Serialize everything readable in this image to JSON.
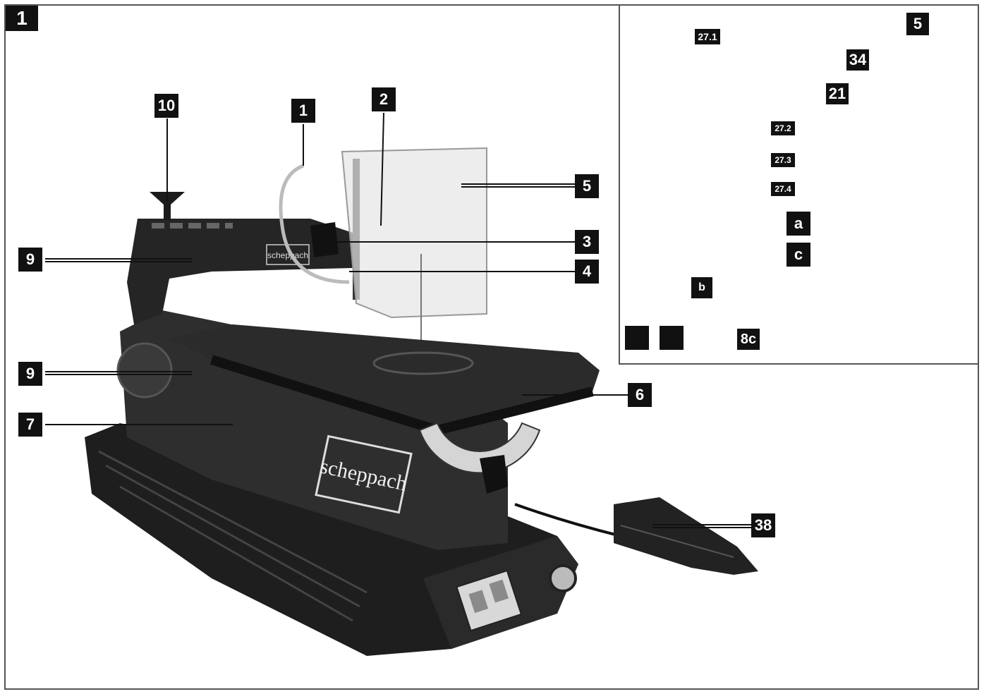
{
  "figure": {
    "number": "1"
  },
  "callouts": {
    "c1": "1",
    "c2": "2",
    "c3": "3",
    "c4": "4",
    "c5": "5",
    "c6": "6",
    "c7": "7",
    "c9a": "9",
    "c9b": "9",
    "c10": "10",
    "c38": "38",
    "i271": "27.1",
    "i272": "27.2",
    "i273": "27.3",
    "i274": "27.4",
    "ia": "a",
    "ib": "b",
    "ic": "c",
    "i8c": "8c",
    "i21": "21",
    "i34": "34",
    "i5": "5"
  },
  "brand": {
    "logo_text": "scheppach",
    "arm_logo_text": "scheppach"
  },
  "colors": {
    "callout_bg": "#111111",
    "machine": "#1e1e1e",
    "table": "#2b2b2b",
    "guard": "#e6e6e6"
  }
}
